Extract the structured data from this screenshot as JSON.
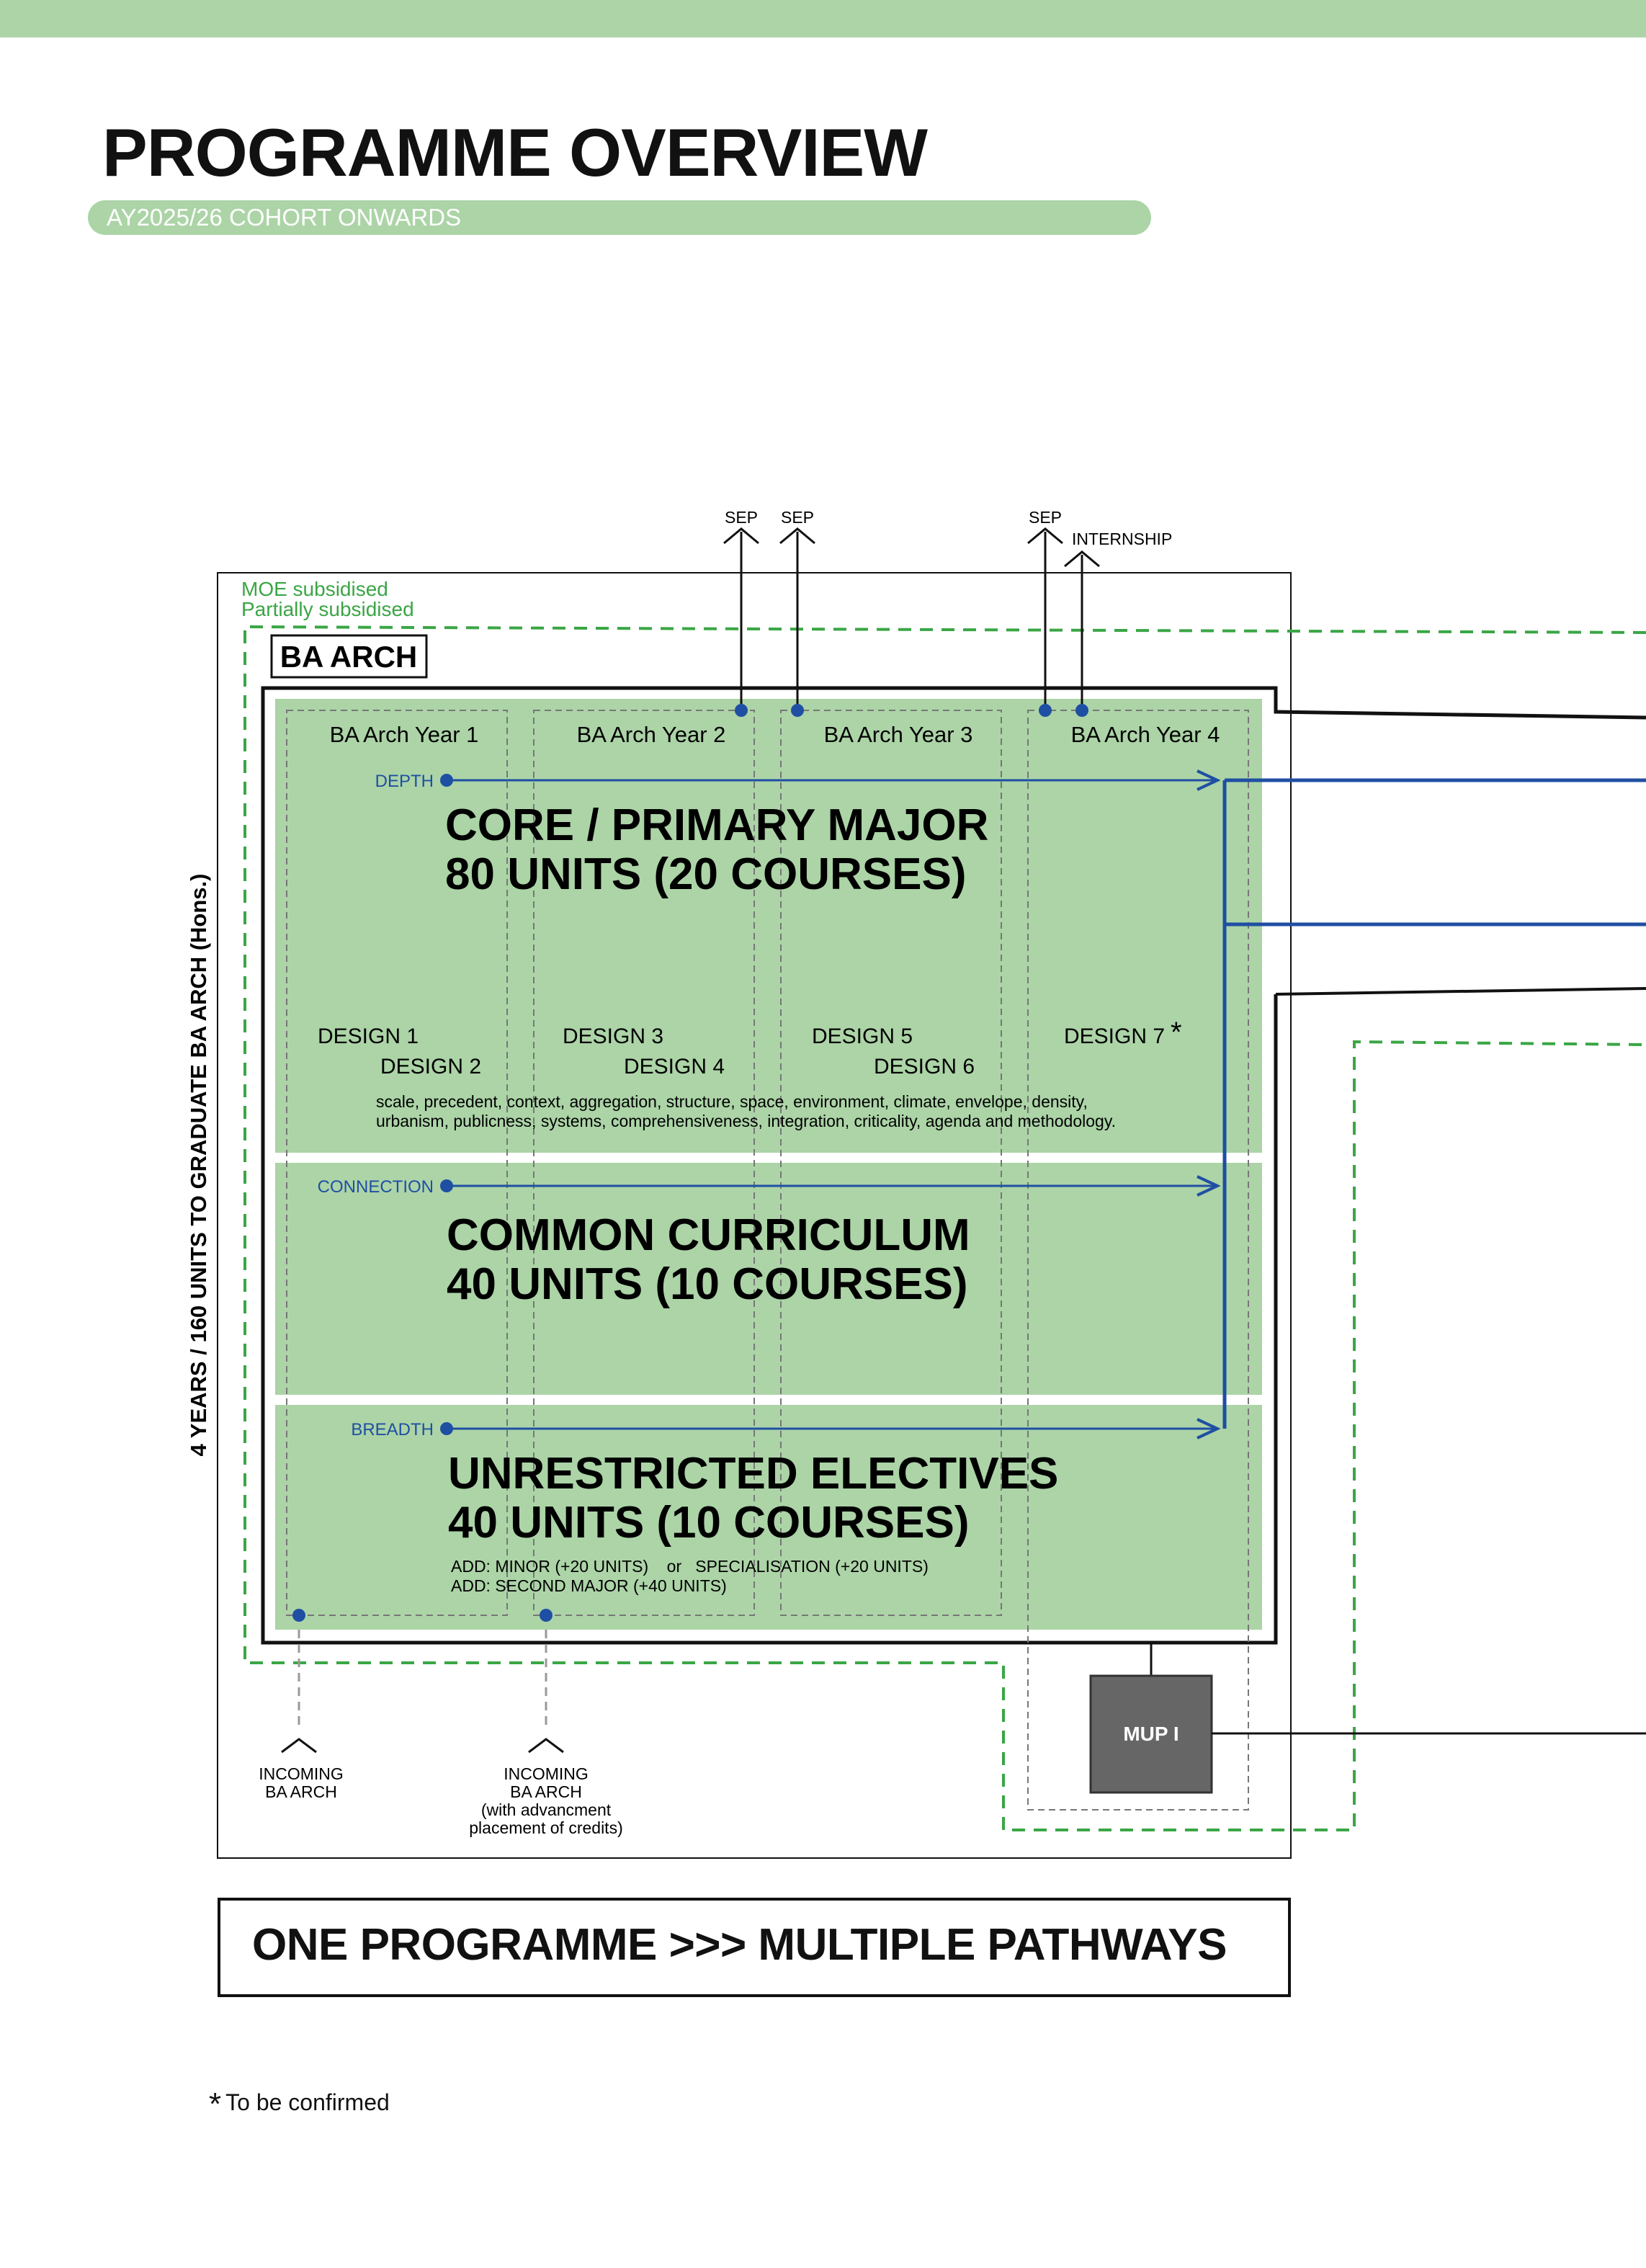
{
  "page": {
    "title": "PROGRAMME OVERVIEW",
    "subtitle": "AY2025/26 COHORT ONWARDS",
    "tagline": "ONE PROGRAMME >>> MULTIPLE PATHWAYS",
    "footnote_mark": "*",
    "footnote": "To be confirmed"
  },
  "colors": {
    "accent_green": "#acd4a7",
    "block_green": "#acd4a7",
    "funding_green": "#3aa645",
    "flow_blue": "#1f4fa3",
    "mup_grey": "#666666"
  },
  "diagram": {
    "side_label": "4 YEARS / 160 UNITS TO GRADUATE BA ARCH (Hons.)",
    "funding": {
      "moe": "MOE subsidised",
      "partial": "Partially subsidised"
    },
    "programme_label": "BA ARCH",
    "years": [
      "BA Arch Year 1",
      "BA Arch Year 2",
      "BA Arch Year 3",
      "BA Arch Year 4"
    ],
    "exits_top": [
      {
        "label": "SEP"
      },
      {
        "label": "SEP"
      },
      {
        "label": "SEP"
      },
      {
        "label": "INTERNSHIP"
      }
    ],
    "bands": {
      "core": {
        "tag": "DEPTH",
        "title_line1": "CORE / PRIMARY MAJOR",
        "title_line2": "80 UNITS (20 COURSES)",
        "designs_row1": [
          "DESIGN 1",
          "DESIGN 3",
          "DESIGN 5",
          "DESIGN 7"
        ],
        "designs_row2": [
          "DESIGN 2",
          "DESIGN 4",
          "DESIGN 6"
        ],
        "design7_mark": "*",
        "keywords_line1": "scale, precedent, context, aggregation, structure, space, environment, climate, envelope, density,",
        "keywords_line2": "urbanism, publicness, systems, comprehensiveness, integration, criticality, agenda and methodology."
      },
      "common": {
        "tag": "CONNECTION",
        "title_line1": "COMMON CURRICULUM",
        "title_line2": "40 UNITS (10 COURSES)"
      },
      "electives": {
        "tag": "BREADTH",
        "title_line1": "UNRESTRICTED ELECTIVES",
        "title_line2": "40 UNITS (10 COURSES)",
        "add_line1": "ADD: MINOR (+20 UNITS)    or   SPECIALISATION (+20 UNITS)",
        "add_line2": "ADD: SECOND MAJOR (+40 UNITS)"
      }
    },
    "mup_label": "MUP I",
    "entries": [
      {
        "line1": "INCOMING",
        "line2": "BA ARCH"
      },
      {
        "line1": "INCOMING",
        "line2": "BA ARCH",
        "line3": "(with advancment",
        "line4": "placement of credits)"
      }
    ]
  }
}
